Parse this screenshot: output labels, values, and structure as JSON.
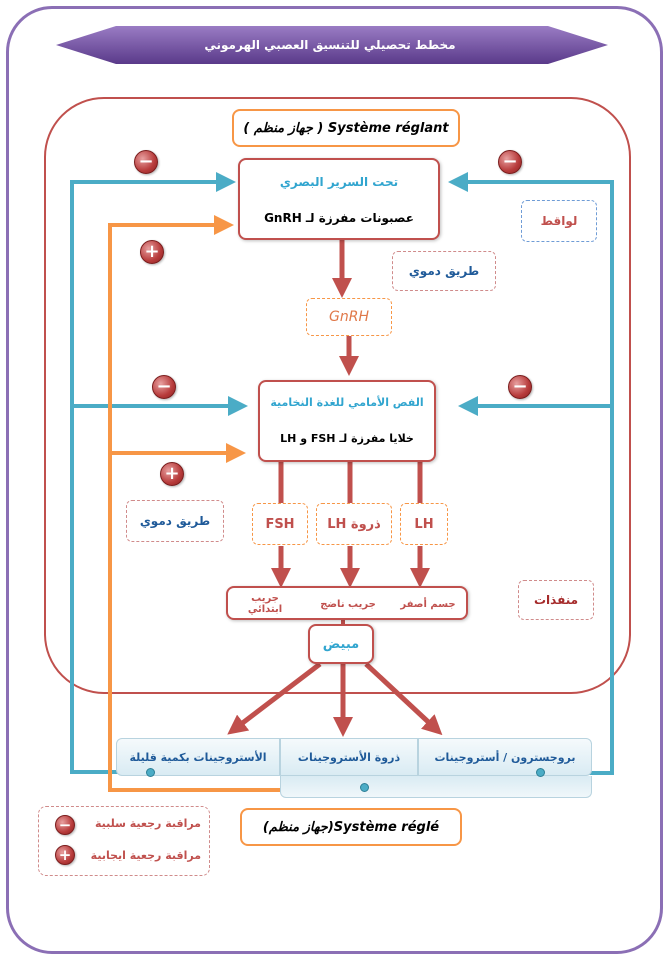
{
  "title": "مخطط تحصيلي للتنسيق العصبي الهرموني",
  "regulating_system": "Système réglant ( جهاز منظم )",
  "regulated_system": "Système réglé(جهاز منظم)",
  "hypothalamus": {
    "title": "تحت السرير البصري",
    "cells": "عصبونات مفرزة لـ GnRH"
  },
  "gnrh": "GnRH",
  "blood_route_1": "طريق دموي",
  "blood_route_2": "طريق دموي",
  "receptors": "لواقط",
  "effectors": "منفذات",
  "pituitary": {
    "title": "الفص الأمامي للغدة النخامية",
    "cells": "خلايا مفرزة لـ FSH و LH"
  },
  "hormones": {
    "fsh": "FSH",
    "lh_peak": "ذروة LH",
    "lh": "LH"
  },
  "follicles": {
    "corpus_luteum": "جسم أصفر",
    "mature_follicle": "جريب ناضج",
    "primary_follicle": "جريب ابتدائي"
  },
  "ovary": "مبيض",
  "outputs": {
    "progesterone": "بروجسترون / أستروجينات",
    "estrogen_peak": "ذروة الأستروجينات",
    "estrogen_low": "الأستروجينات بكمية قليلة"
  },
  "legend": {
    "negative": "مراقبة رجعية سلبية",
    "positive": "مراقبة رجعية ايجابية"
  },
  "signs": {
    "minus": "−",
    "plus": "+"
  },
  "colors": {
    "blue": "#4bacc6",
    "orange": "#f79646",
    "red": "#c0504d",
    "purple": "#6f4e9a"
  }
}
